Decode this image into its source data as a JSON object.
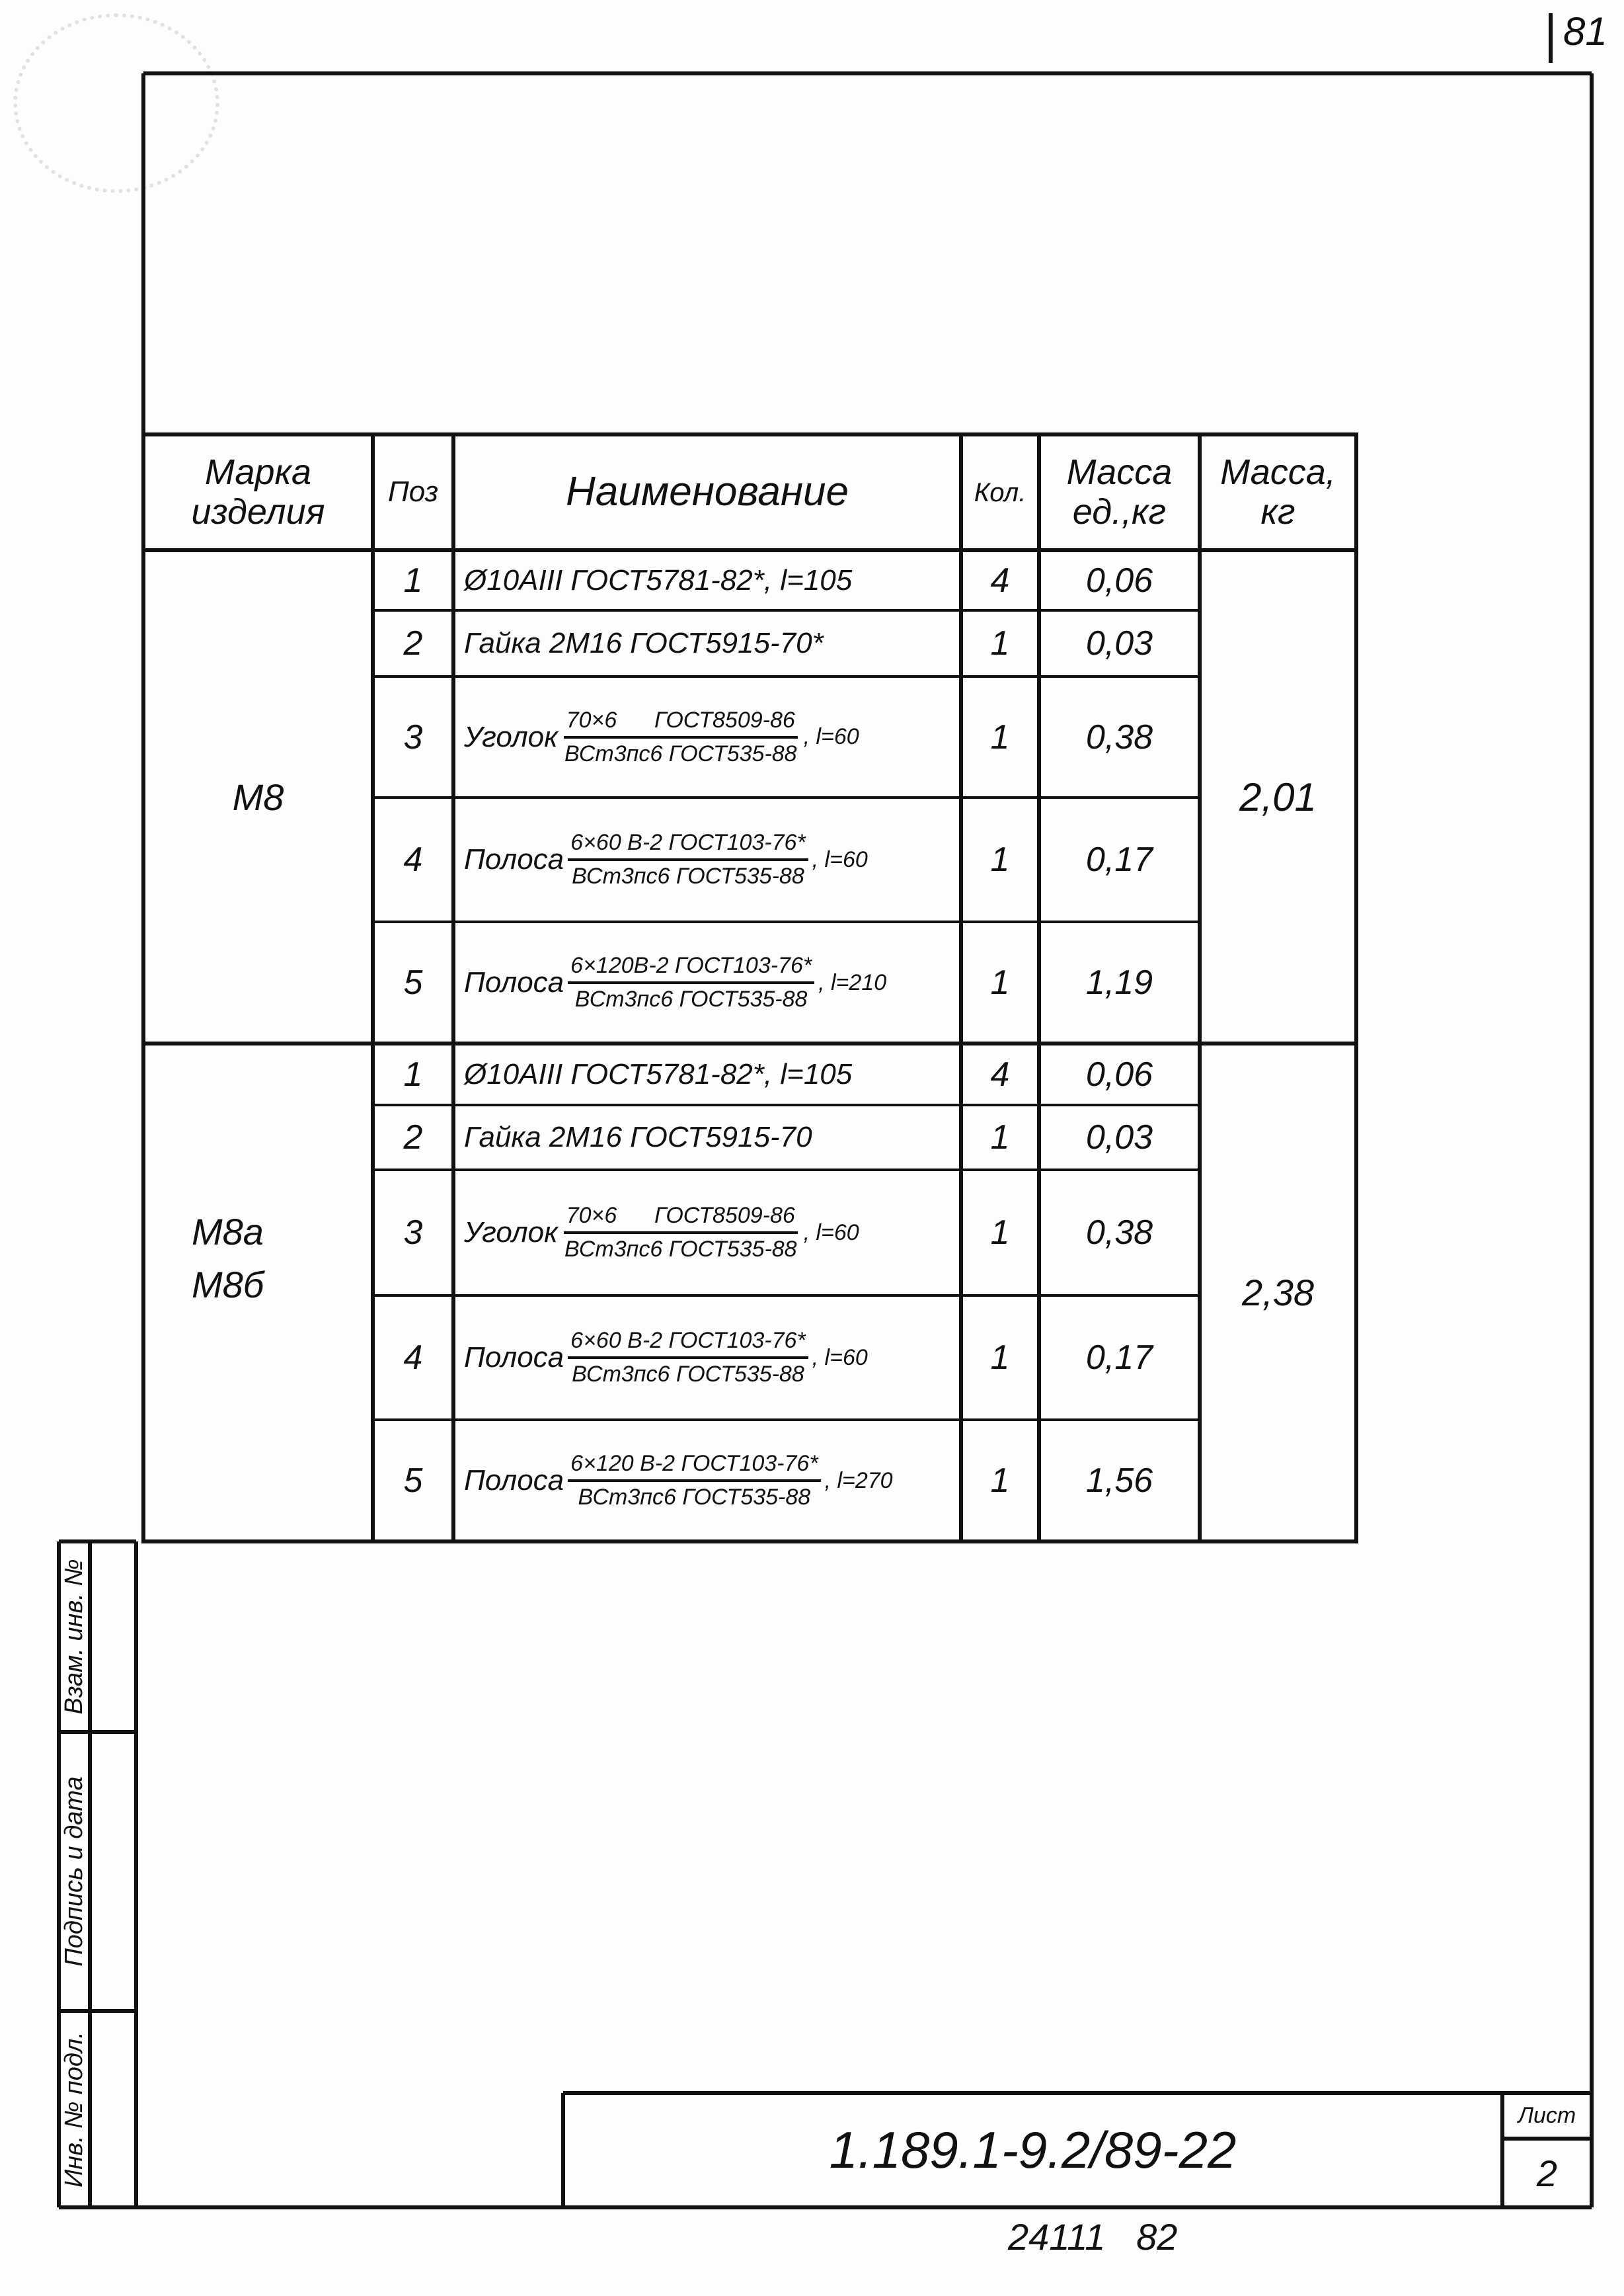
{
  "sheet_corner_number": "81",
  "table": {
    "headers": [
      "Марка изделия",
      "Поз",
      "Наименование",
      "Кол.",
      "Масса ед.,кг",
      "Масса, кг"
    ],
    "groups": [
      {
        "mark": "М8",
        "total_mass": "2,01",
        "rows": [
          {
            "pos": "1",
            "name": "Ø10АIII ГОСТ5781-82*, l=105",
            "qty": "4",
            "unit_mass": "0,06"
          },
          {
            "pos": "2",
            "name": "Гайка 2М16 ГОСТ5915-70*",
            "qty": "1",
            "unit_mass": "0,03"
          },
          {
            "pos": "3",
            "name": "Уголок",
            "frac_top": "70×6      ГОСТ8509-86",
            "frac_bottom": "ВСт3пс6 ГОСТ535-88",
            "length": ", l=60",
            "qty": "1",
            "unit_mass": "0,38"
          },
          {
            "pos": "4",
            "name": "Полоса",
            "frac_top": "6×60 В-2 ГОСТ103-76*",
            "frac_bottom": "ВСт3пс6 ГОСТ535-88",
            "length": ", l=60",
            "qty": "1",
            "unit_mass": "0,17"
          },
          {
            "pos": "5",
            "name": "Полоса",
            "frac_top": "6×120В-2 ГОСТ103-76*",
            "frac_bottom": "ВСт3пс6 ГОСТ535-88",
            "length": ", l=210",
            "qty": "1",
            "unit_mass": "1,19"
          }
        ]
      },
      {
        "mark": "М8а",
        "mark2": "М8б",
        "total_mass": "2,38",
        "rows": [
          {
            "pos": "1",
            "name": "Ø10АIII ГОСТ5781-82*, l=105",
            "qty": "4",
            "unit_mass": "0,06"
          },
          {
            "pos": "2",
            "name": "Гайка 2М16 ГОСТ5915-70",
            "qty": "1",
            "unit_mass": "0,03"
          },
          {
            "pos": "3",
            "name": "Уголок",
            "frac_top": "70×6      ГОСТ8509-86",
            "frac_bottom": "ВСт3пс6 ГОСТ535-88",
            "length": ", l=60",
            "qty": "1",
            "unit_mass": "0,38"
          },
          {
            "pos": "4",
            "name": "Полоса",
            "frac_top": "6×60 В-2 ГОСТ103-76*",
            "frac_bottom": "ВСт3пс6 ГОСТ535-88",
            "length": ", l=60",
            "qty": "1",
            "unit_mass": "0,17"
          },
          {
            "pos": "5",
            "name": "Полоса",
            "frac_top": "6×120 В-2 ГОСТ103-76*",
            "frac_bottom": "ВСт3пс6 ГОСТ535-88",
            "length": ", l=270",
            "qty": "1",
            "unit_mass": "1,56"
          }
        ]
      }
    ]
  },
  "side_stamp": {
    "inv_no_orig": "Инв. № подл.",
    "signature_date": "Подпись и дата",
    "replace_inv_no": "Взам. инв. №"
  },
  "title_block": {
    "designation": "1.189.1-9.2/89-22",
    "sheet_label": "Лист",
    "sheet_number": "2"
  },
  "bottom_note": "24111   82"
}
